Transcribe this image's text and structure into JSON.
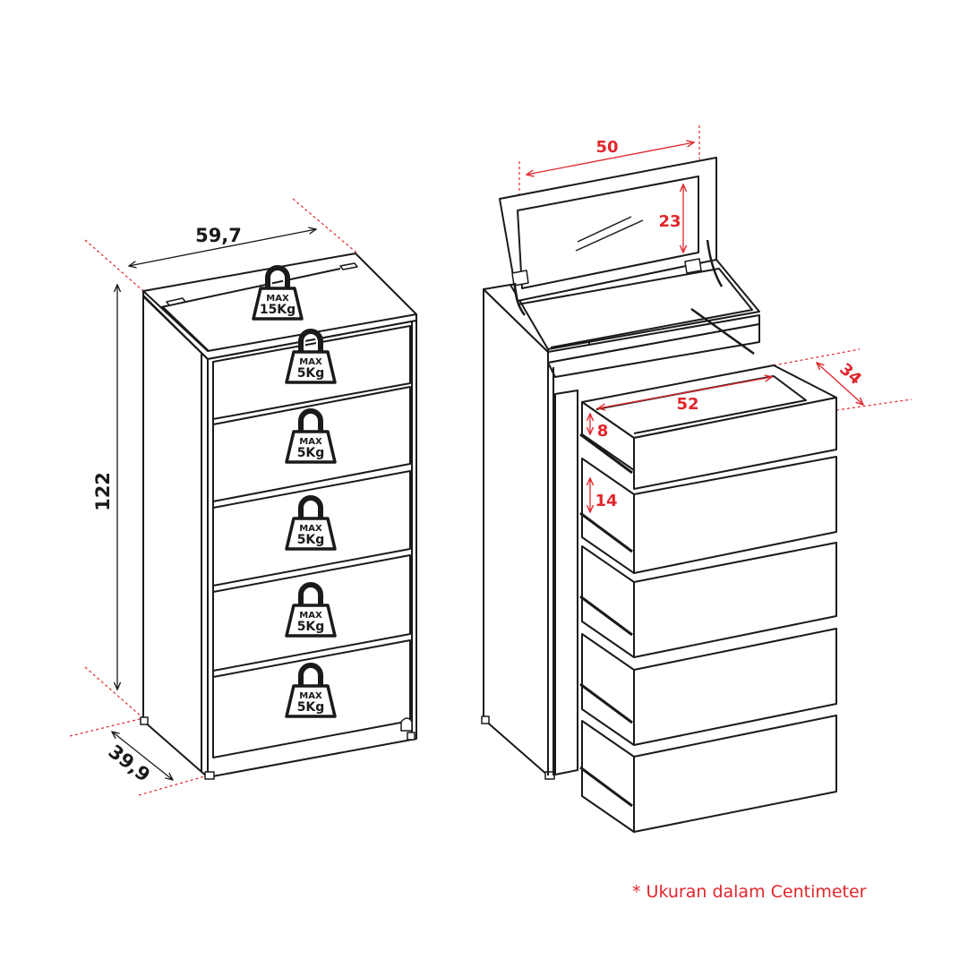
{
  "left_view": {
    "width_label": "59,7",
    "height_label": "122",
    "depth_label": "39,9",
    "top_weight": {
      "max": "MAX",
      "load": "15Kg"
    },
    "drawer_weights": [
      {
        "max": "MAX",
        "load": "5Kg"
      },
      {
        "max": "MAX",
        "load": "5Kg"
      },
      {
        "max": "MAX",
        "load": "5Kg"
      },
      {
        "max": "MAX",
        "load": "5Kg"
      },
      {
        "max": "MAX",
        "load": "5Kg"
      }
    ]
  },
  "right_view": {
    "mirror_width_label": "50",
    "mirror_height_label": "23",
    "drawer_depth_label": "34",
    "drawer_width_label": "52",
    "drawer_small_height_label": "8",
    "drawer_large_height_label": "14"
  },
  "footnote": "* Ukuran dalam Centimeter",
  "colors": {
    "line": "#1a1a1a",
    "dimension_red": "#e0262b",
    "background": "#ffffff"
  }
}
